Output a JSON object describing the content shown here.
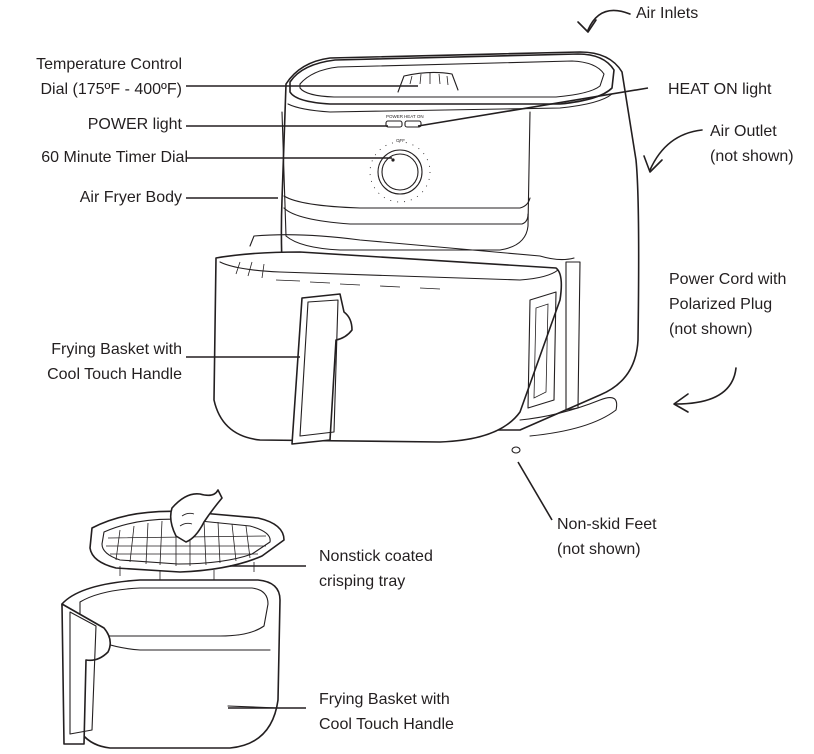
{
  "labels": {
    "air_inlets": "Air Inlets",
    "temp_dial_line1": "Temperature Control",
    "temp_dial_line2": "Dial (175ºF - 400ºF)",
    "heat_on_light": "HEAT ON light",
    "power_light": "POWER light",
    "air_outlet_line1": "Air Outlet",
    "air_outlet_line2": "(not shown)",
    "timer_dial": "60 Minute Timer Dial",
    "body": "Air Fryer Body",
    "power_cord_line1": "Power Cord with",
    "power_cord_line2": "Polarized Plug",
    "power_cord_line3": "(not shown)",
    "basket_top_line1": "Frying Basket with",
    "basket_top_line2": "Cool Touch Handle",
    "feet_line1": "Non-skid Feet",
    "feet_line2": "(not shown)",
    "tray_line1": "Nonstick coated",
    "tray_line2": "crisping tray",
    "basket_bottom_line1": "Frying Basket with",
    "basket_bottom_line2": "Cool Touch Handle"
  },
  "panel_text": {
    "power": "POWER",
    "heat_on": "HEAT ON",
    "off": "OFF"
  }
}
